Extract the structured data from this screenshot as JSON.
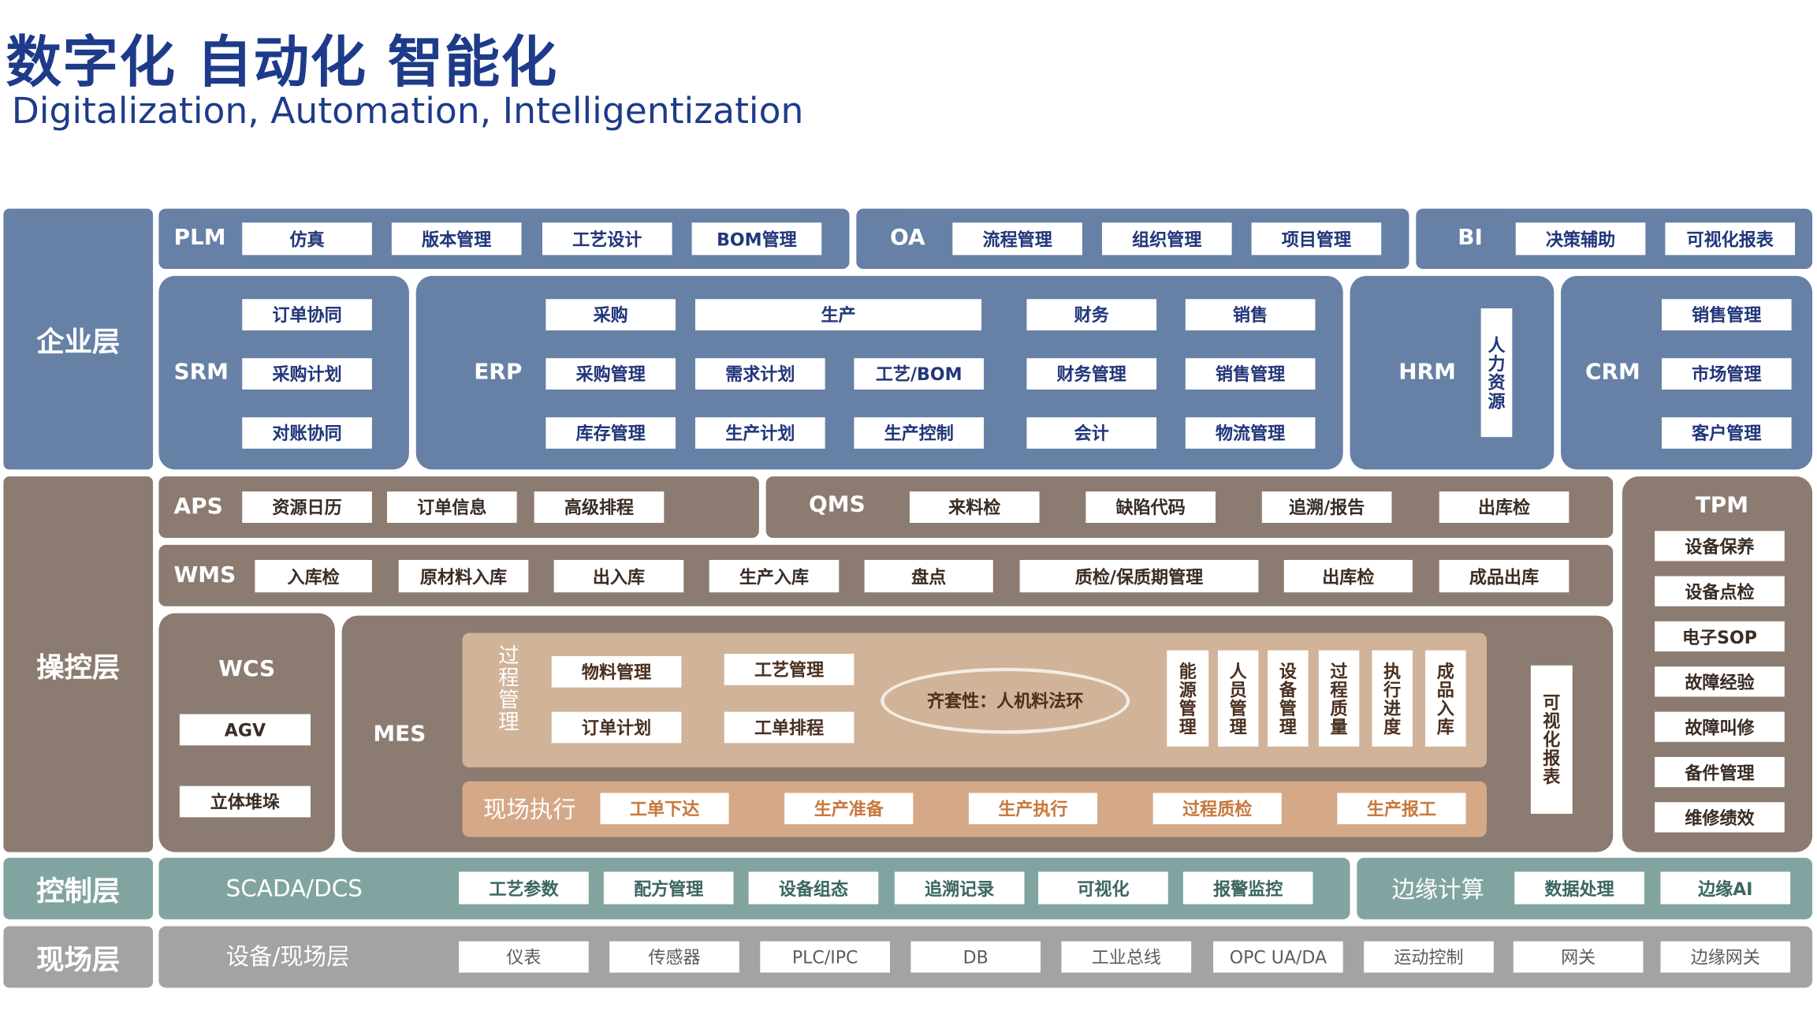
{
  "title": "数字化 自动化 智能化",
  "subtitle": "Digitalization, Automation, Intelligentization",
  "layers": {
    "enterprise": "企业层",
    "operation": "操控层",
    "control": "控制层",
    "field": "现场层"
  },
  "plm": {
    "label": "PLM",
    "items": [
      "仿真",
      "版本管理",
      "工艺设计",
      "BOM管理"
    ]
  },
  "oa": {
    "label": "OA",
    "items": [
      "流程管理",
      "组织管理",
      "项目管理"
    ]
  },
  "bi": {
    "label": "BI",
    "items": [
      "决策辅助",
      "可视化报表"
    ]
  },
  "srm": {
    "label": "SRM",
    "items": [
      "订单协同",
      "采购计划",
      "对账协同"
    ]
  },
  "erp": {
    "label": "ERP",
    "row1": [
      "采购",
      "生产",
      "财务",
      "销售"
    ],
    "row2": [
      "采购管理",
      "需求计划",
      "工艺/BOM",
      "财务管理",
      "销售管理"
    ],
    "row3": [
      "库存管理",
      "生产计划",
      "生产控制",
      "会计",
      "物流管理"
    ]
  },
  "hrm": {
    "label": "HRM",
    "item": "人力资源"
  },
  "crm": {
    "label": "CRM",
    "items": [
      "销售管理",
      "市场管理",
      "客户管理"
    ]
  },
  "aps": {
    "label": "APS",
    "items": [
      "资源日历",
      "订单信息",
      "高级排程"
    ]
  },
  "qms": {
    "label": "QMS",
    "items": [
      "来料检",
      "缺陷代码",
      "追溯/报告",
      "出库检"
    ]
  },
  "wms": {
    "label": "WMS",
    "items": [
      "入库检",
      "原材料入库",
      "出入库",
      "生产入库",
      "盘点",
      "质检/保质期管理",
      "出库检",
      "成品出库"
    ]
  },
  "tpm": {
    "label": "TPM",
    "items": [
      "设备保养",
      "设备点检",
      "电子SOP",
      "故障经验",
      "故障叫修",
      "备件管理",
      "维修绩效"
    ]
  },
  "wcs": {
    "label": "WCS",
    "items": [
      "AGV",
      "立体堆垛"
    ]
  },
  "mes": {
    "label": "MES",
    "process_label": "过程管理",
    "process_items": [
      "物料管理",
      "工艺管理",
      "订单计划",
      "工单排程"
    ],
    "ellipse": "齐套性：人机料法环",
    "side_items": [
      "能源管理",
      "人员管理",
      "设备管理",
      "过程质量",
      "执行进度",
      "成品入库"
    ],
    "exec_label": "现场执行",
    "exec_items": [
      "工单下达",
      "生产准备",
      "生产执行",
      "过程质检",
      "生产报工"
    ],
    "report": "可视化报表"
  },
  "scada": {
    "label": "SCADA/DCS",
    "items": [
      "工艺参数",
      "配方管理",
      "设备组态",
      "追溯记录",
      "可视化",
      "报警监控"
    ]
  },
  "edge": {
    "label": "边缘计算",
    "items": [
      "数据处理",
      "边缘AI"
    ]
  },
  "field": {
    "label": "设备/现场层",
    "items": [
      "仪表",
      "传感器",
      "PLC/IPC",
      "DB",
      "工业总线",
      "OPC UA/DA",
      "运动控制",
      "网关",
      "边缘网关"
    ]
  }
}
